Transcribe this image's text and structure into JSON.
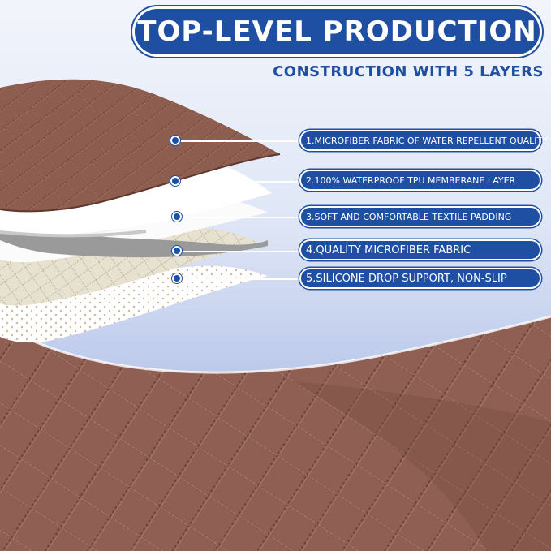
{
  "header": {
    "title": "TOP-LEVEL PRODUCTION",
    "subtitle": "CONSTRUCTION WITH 5 LAYERS"
  },
  "layers": [
    {
      "label": "1.MICROFIBER FABRIC OF WATER REPELLENT QUALITY"
    },
    {
      "label": "2.100% WATERPROOF TPU MEMBERANE LAYER"
    },
    {
      "label": "3.SOFT AND COMFORTABLE TEXTILE PADDING"
    },
    {
      "label": "4.QUALITY MICROFIBER FABRIC"
    },
    {
      "label": "5.SILICONE DROP SUPPORT, NON-SLIP"
    }
  ],
  "colors": {
    "accent": "#1f4fa3",
    "fabric_brown": "#8c5c4f",
    "padding_cream": "#e6e0cf",
    "membrane_white": "#ffffff"
  }
}
